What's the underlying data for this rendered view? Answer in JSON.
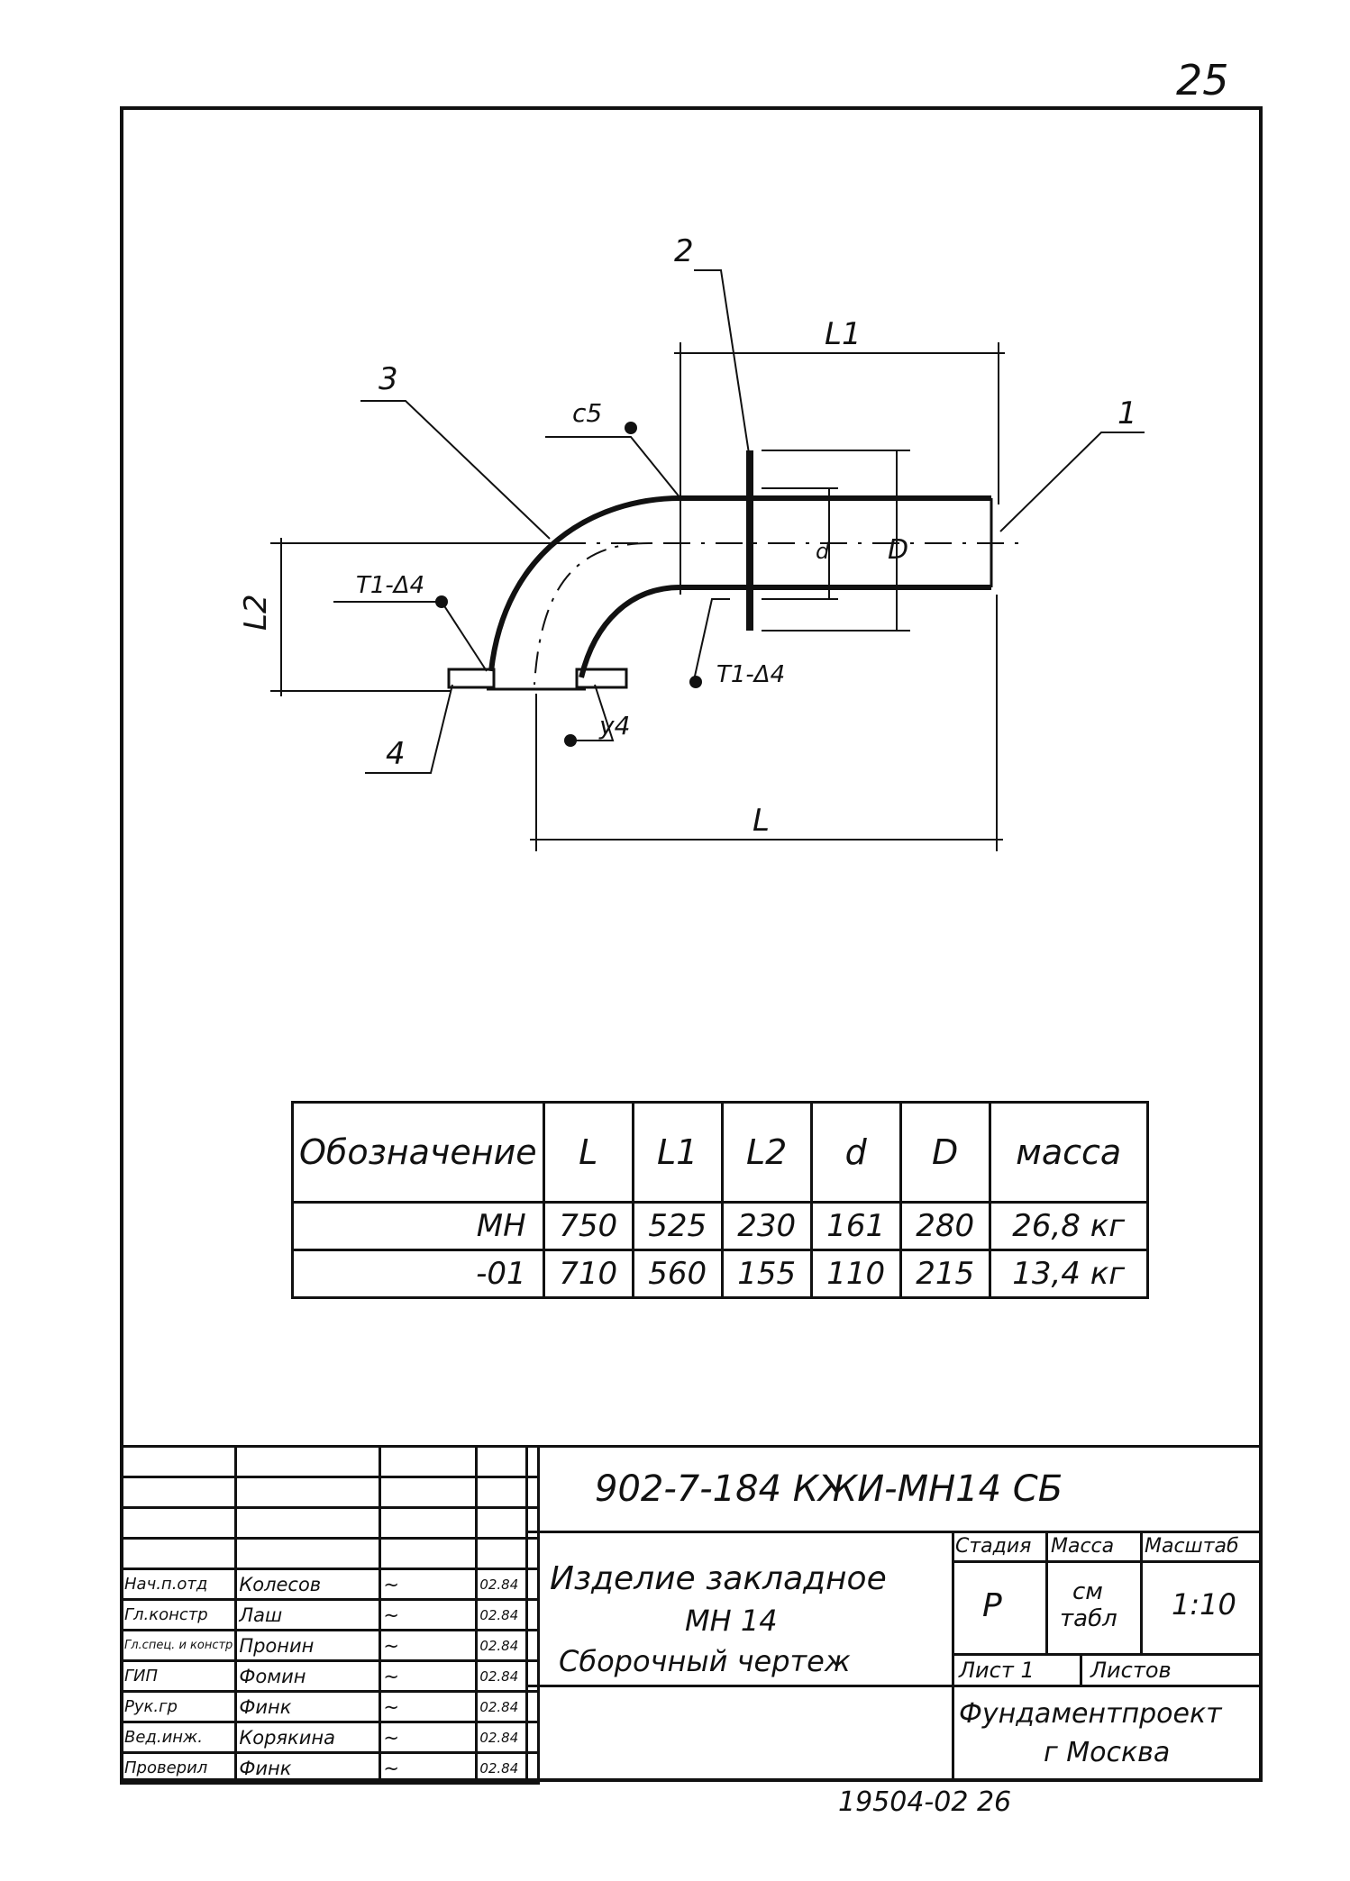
{
  "sheet_number": "25",
  "drawing": {
    "callouts": [
      "1",
      "2",
      "3",
      "4"
    ],
    "weld_labels": [
      "c5",
      "T1-Δ4",
      "T1-Δ4",
      "y4"
    ],
    "dimensions": [
      "L1",
      "L2",
      "L",
      "d",
      "D"
    ]
  },
  "spec_table": {
    "headers": [
      "Обозначение",
      "L",
      "L1",
      "L2",
      "d",
      "D",
      "масса"
    ],
    "rows": [
      [
        "МН",
        "750",
        "525",
        "230",
        "161",
        "280",
        "26,8 кг"
      ],
      [
        "-01",
        "710",
        "560",
        "155",
        "110",
        "215",
        "13,4 кг"
      ]
    ]
  },
  "title_block": {
    "document_code": "902-7-184   КЖИ-МН14 СБ",
    "title_line1": "Изделие закладное",
    "title_line2": "МН 14",
    "title_line3": "Сборочный чертеж",
    "stage_header": "Стадия",
    "mass_header": "Масса",
    "scale_header": "Масштаб",
    "stage_value": "Р",
    "mass_value_1": "см",
    "mass_value_2": "табл",
    "scale_value": "1:10",
    "sheet_label": "Лист 1",
    "sheets_label": "Листов",
    "organization": "Фундаментпроект",
    "city": "г Москва",
    "signatures": [
      {
        "role": "Нач.п.отд",
        "name": "Колесов",
        "date": "02.84"
      },
      {
        "role": "Гл.констр",
        "name": "Лаш",
        "date": "02.84"
      },
      {
        "role": "Гл.спец. и констр",
        "name": "Пронин",
        "date": "02.84"
      },
      {
        "role": "ГИП",
        "name": "Фомин",
        "date": "02.84"
      },
      {
        "role": "Рук.гр",
        "name": "Финк",
        "date": "02.84"
      },
      {
        "role": "Вед.инж.",
        "name": "Корякина",
        "date": "02.84"
      },
      {
        "role": "Проверил",
        "name": "Финк",
        "date": "02.84"
      }
    ]
  },
  "archive_number": "19504-02  26"
}
